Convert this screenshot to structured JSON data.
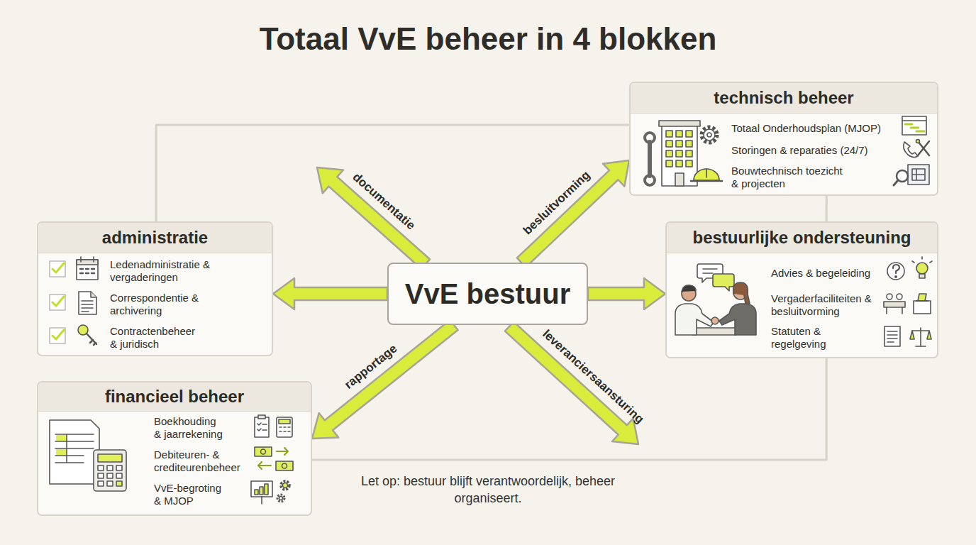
{
  "diagram": {
    "title": "Totaal VvE beheer in 4 blokken",
    "nodes": [
      {
        "text": [
          "technisch beheer",
          "Totaal Onderhoudsplan (MJOP)",
          "Storingen & reparaties (24/7)",
          "Bouwtechnisch toezicht & projecten"
        ]
      },
      {
        "text": [
          "administratie",
          "Ledenadministratie & vergaderingen",
          "Correspondentie & archivering",
          "Contractenbeheer & juridisch"
        ]
      },
      {
        "text": [
          "VvE bestuur"
        ]
      },
      {
        "text": [
          "bestuurlijke ondersteuning",
          "Advies & begeleiding",
          "Vergaderfaciliteiten & besluitvorming",
          "Statuten & regelgeving"
        ]
      },
      {
        "text": [
          "financieel beheer",
          "Boekhouding & jaarrekening",
          "Debiteuren- & crediteurenbeheer",
          "VvE-begroting & MJOP"
        ]
      }
    ],
    "edges": [
      {
        "from": 2,
        "to": 0,
        "arrow": "to",
        "label": "besluitvorming"
      },
      {
        "from": 2,
        "to": 1,
        "arrow": "to"
      },
      {
        "from": 2,
        "to": 3,
        "arrow": "to"
      },
      {
        "from": 2,
        "to": 4,
        "arrow": "to",
        "label": "rapportage"
      },
      {
        "from": 1,
        "to": 0,
        "arrow": "none"
      },
      {
        "from": 0,
        "to": 3,
        "arrow": "none"
      },
      {
        "from": 3,
        "to": 4,
        "arrow": "none"
      }
    ],
    "labels": [
      "documentatie",
      "leveranciersaansturing",
      "Let op: bestuur blijft verantwoordelijk, beheer organiseert."
    ]
  }
}
